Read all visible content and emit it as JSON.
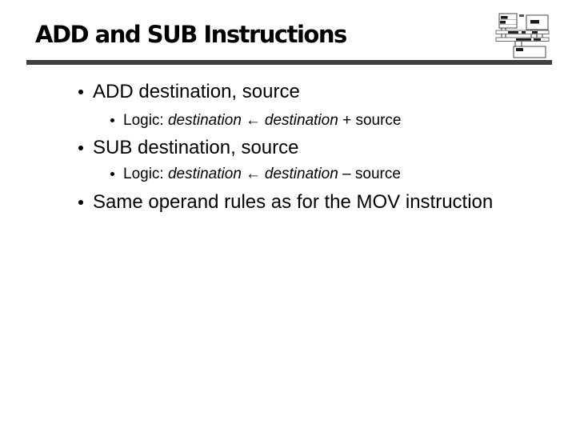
{
  "slide": {
    "title": "ADD and SUB Instructions",
    "bullets": [
      {
        "text": "ADD destination, source"
      },
      {
        "logic": {
          "label": "Logic: ",
          "operand1": "destination",
          "arrow": "←",
          "operand2": "destination",
          "operator_and_source": " + source"
        }
      },
      {
        "text": "SUB destination, source"
      },
      {
        "logic": {
          "label": "Logic: ",
          "operand1": "destination",
          "arrow": "←",
          "operand2": "destination",
          "operator_and_source": " – source"
        }
      },
      {
        "text": "Same operand rules as for the MOV instruction"
      }
    ],
    "colors": {
      "rule": "#3f3f3f",
      "text": "#000000",
      "background": "#ffffff"
    },
    "logo_icon": "cpu-memory-bus-architecture-diagram"
  }
}
